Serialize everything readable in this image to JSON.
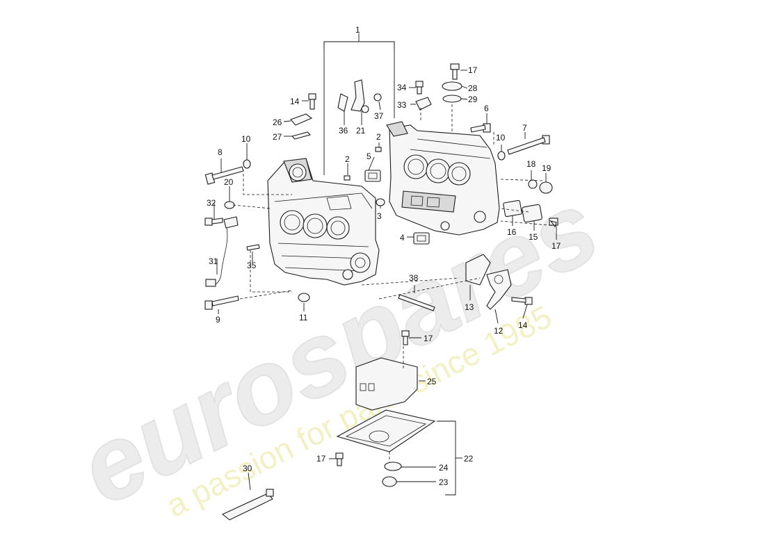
{
  "watermark": {
    "brand": "eurospares",
    "tagline": "a passion for parts since 1985"
  },
  "callouts": {
    "c1": "1",
    "c2a": "2",
    "c2b": "2",
    "c3": "3",
    "c4": "4",
    "c5": "5",
    "c6": "6",
    "c7": "7",
    "c8": "8",
    "c9": "9",
    "c10a": "10",
    "c10b": "10",
    "c11": "11",
    "c12": "12",
    "c13": "13",
    "c14a": "14",
    "c14b": "14",
    "c15": "15",
    "c16": "16",
    "c17a": "17",
    "c17b": "17",
    "c17c": "17",
    "c17d": "17",
    "c18": "18",
    "c19": "19",
    "c20": "20",
    "c21": "21",
    "c22": "22",
    "c23": "23",
    "c24": "24",
    "c25": "25",
    "c26": "26",
    "c27": "27",
    "c28": "28",
    "c29": "29",
    "c30": "30",
    "c31": "31",
    "c32": "32",
    "c33": "33",
    "c34": "34",
    "c35": "35",
    "c36": "36",
    "c37": "37",
    "c38": "38"
  }
}
